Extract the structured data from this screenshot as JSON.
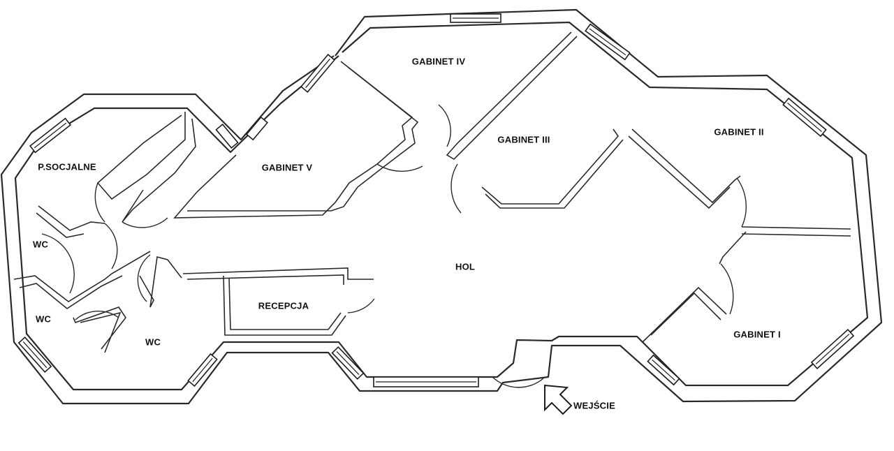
{
  "rooms": {
    "gabinet_iv": "GABINET IV",
    "gabinet_iii": "GABINET III",
    "gabinet_ii": "GABINET II",
    "gabinet_v": "GABINET V",
    "p_socjalne": "P.SOCJALNE",
    "wc_upper": "WC",
    "wc_lower_left": "WC",
    "wc_lower": "WC",
    "recepcja": "RECEPCJA",
    "hol": "HOL",
    "gabinet_i": "GABINET I"
  },
  "entrance": {
    "label": "WEJŚCIE",
    "icon": "entrance-arrow-icon"
  }
}
